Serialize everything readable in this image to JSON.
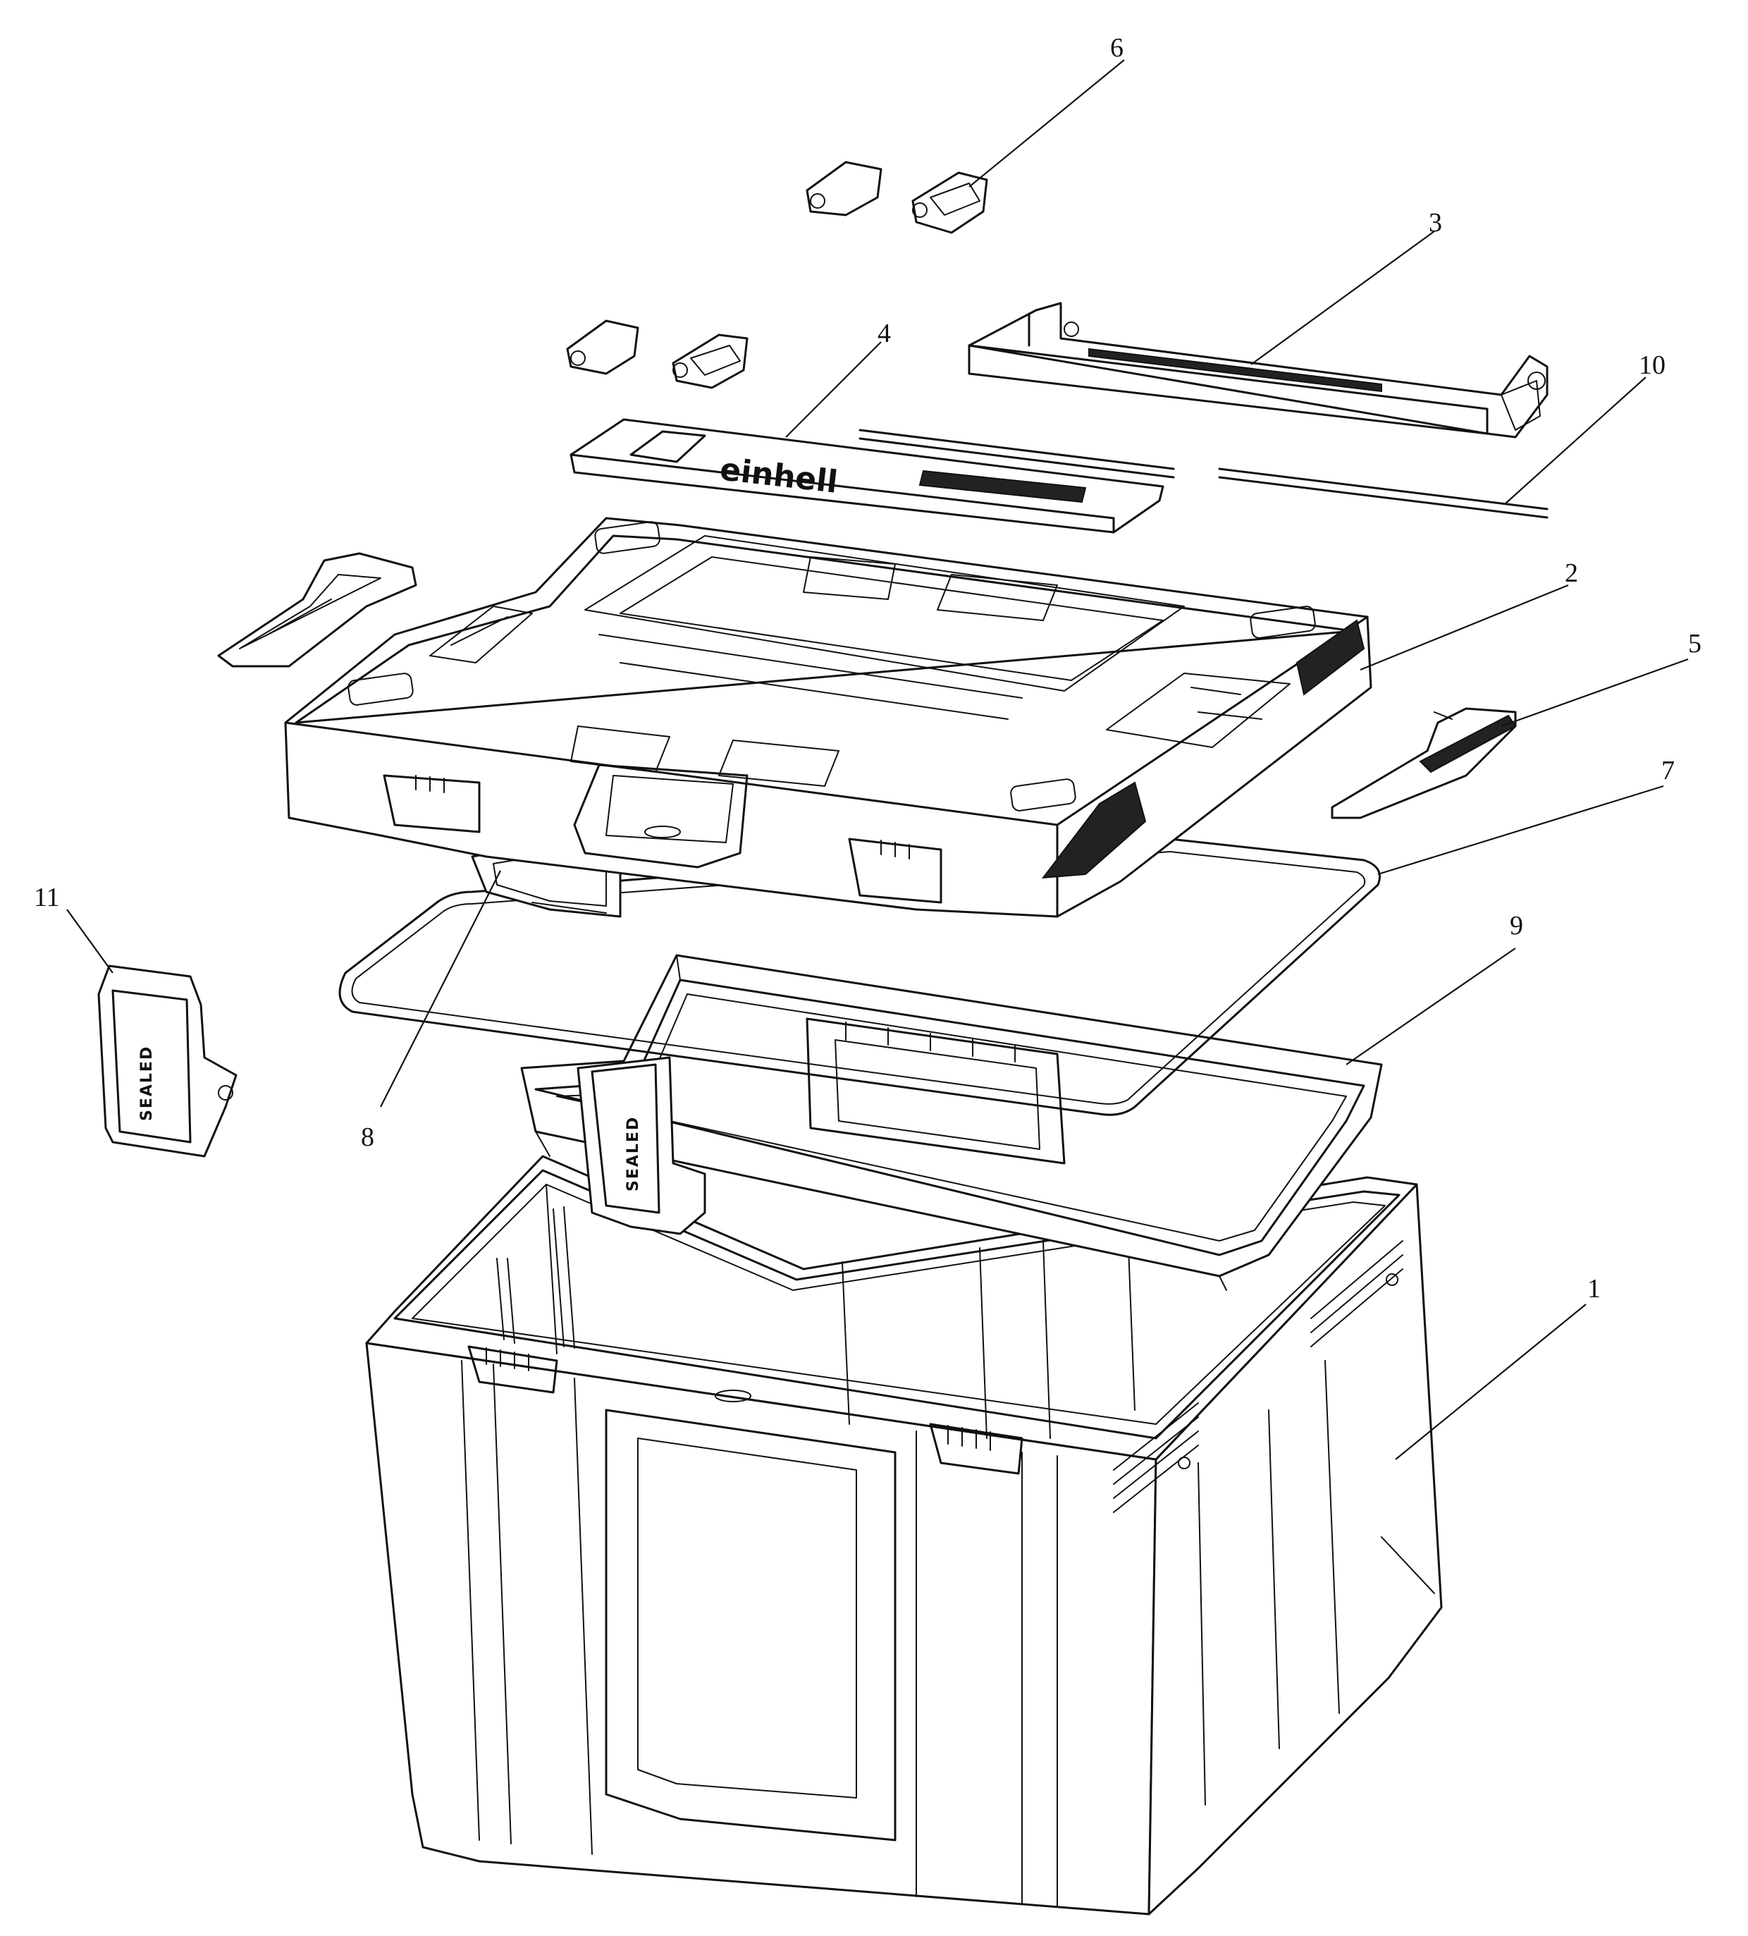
{
  "diagram": {
    "callouts": [
      "1",
      "2",
      "3",
      "4",
      "5",
      "6",
      "7",
      "8",
      "9",
      "10",
      "11"
    ],
    "marking_text": "SEALED",
    "brand_text": "einhell"
  }
}
